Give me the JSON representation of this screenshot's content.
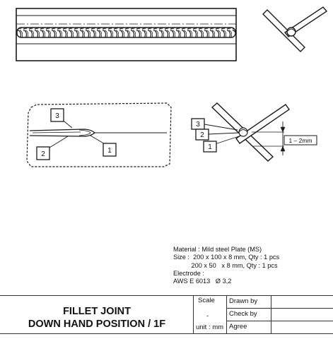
{
  "callouts": {
    "left_one": "1",
    "left_two": "2",
    "left_three": "3",
    "right_one": "1",
    "right_two": "2",
    "right_three": "3"
  },
  "dimension": {
    "gap": "1 – 2mm"
  },
  "specification": {
    "material": "Material : Mild steel Plate (MS)",
    "size_line_1": "Size :  200 x 100 x 8 mm, Qty : 1 pcs",
    "size_line_2": "          200 x 50   x 8 mm, Qty : 1 pcs",
    "electrode_label": "Electrode :",
    "electrode_value": "AWS E 6013   Ø 3,2"
  },
  "title_block": {
    "title_line_1": "FILLET JOINT",
    "title_line_2": "DOWN HAND POSITION / 1F",
    "scale_label": "Scale",
    "scale_value": "-",
    "unit": "unit : mm",
    "drawn_by": "Drawn by",
    "check_by": "Check by",
    "agree": "Agree"
  },
  "colors": {
    "ink": "#1a1a1a",
    "paper": "#ffffff"
  }
}
